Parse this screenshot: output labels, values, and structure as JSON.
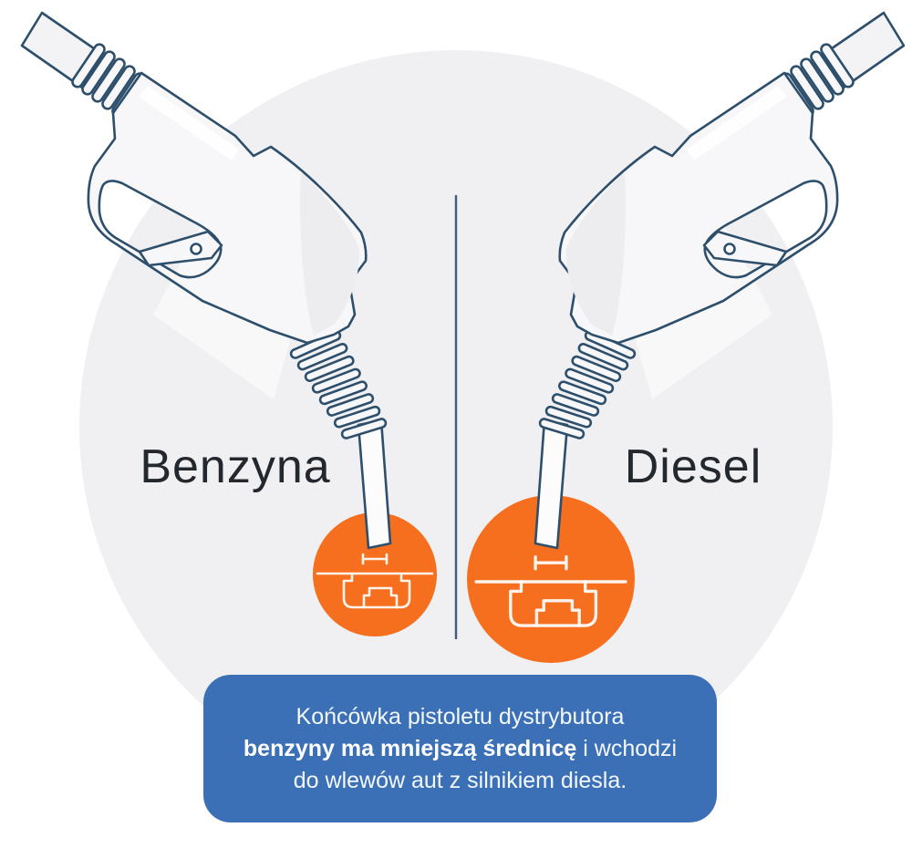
{
  "page_title": "Benzyna vs Diesel fuel nozzle infographic",
  "labels": {
    "left": "Benzyna",
    "right": "Diesel"
  },
  "info_box": {
    "line1": "Końcówka pistoletu dystrybutora",
    "line2_bold": "benzyny ma mniejszą średnicę",
    "line2_rest": " i wchodzi",
    "line3": "do wlewów aut z silnikiem diesla.",
    "background_color": "#3b70b6",
    "text_color": "#ffffff"
  },
  "icons": {
    "left_nozzle": "fuel-nozzle-icon",
    "right_nozzle": "fuel-nozzle-icon-mirrored",
    "left_filler": "small-filler-neck-icon",
    "right_filler": "large-filler-neck-icon",
    "divider": "vertical-divider-line"
  },
  "colors": {
    "accent_orange": "#f56f1e",
    "outline_navy": "#2d4f6c",
    "divider_blue": "#3f5d7c",
    "background_circle_gray": "#f0f0f2",
    "nozzle_fill": "#f7f7f9",
    "label_text": "#23272e"
  }
}
